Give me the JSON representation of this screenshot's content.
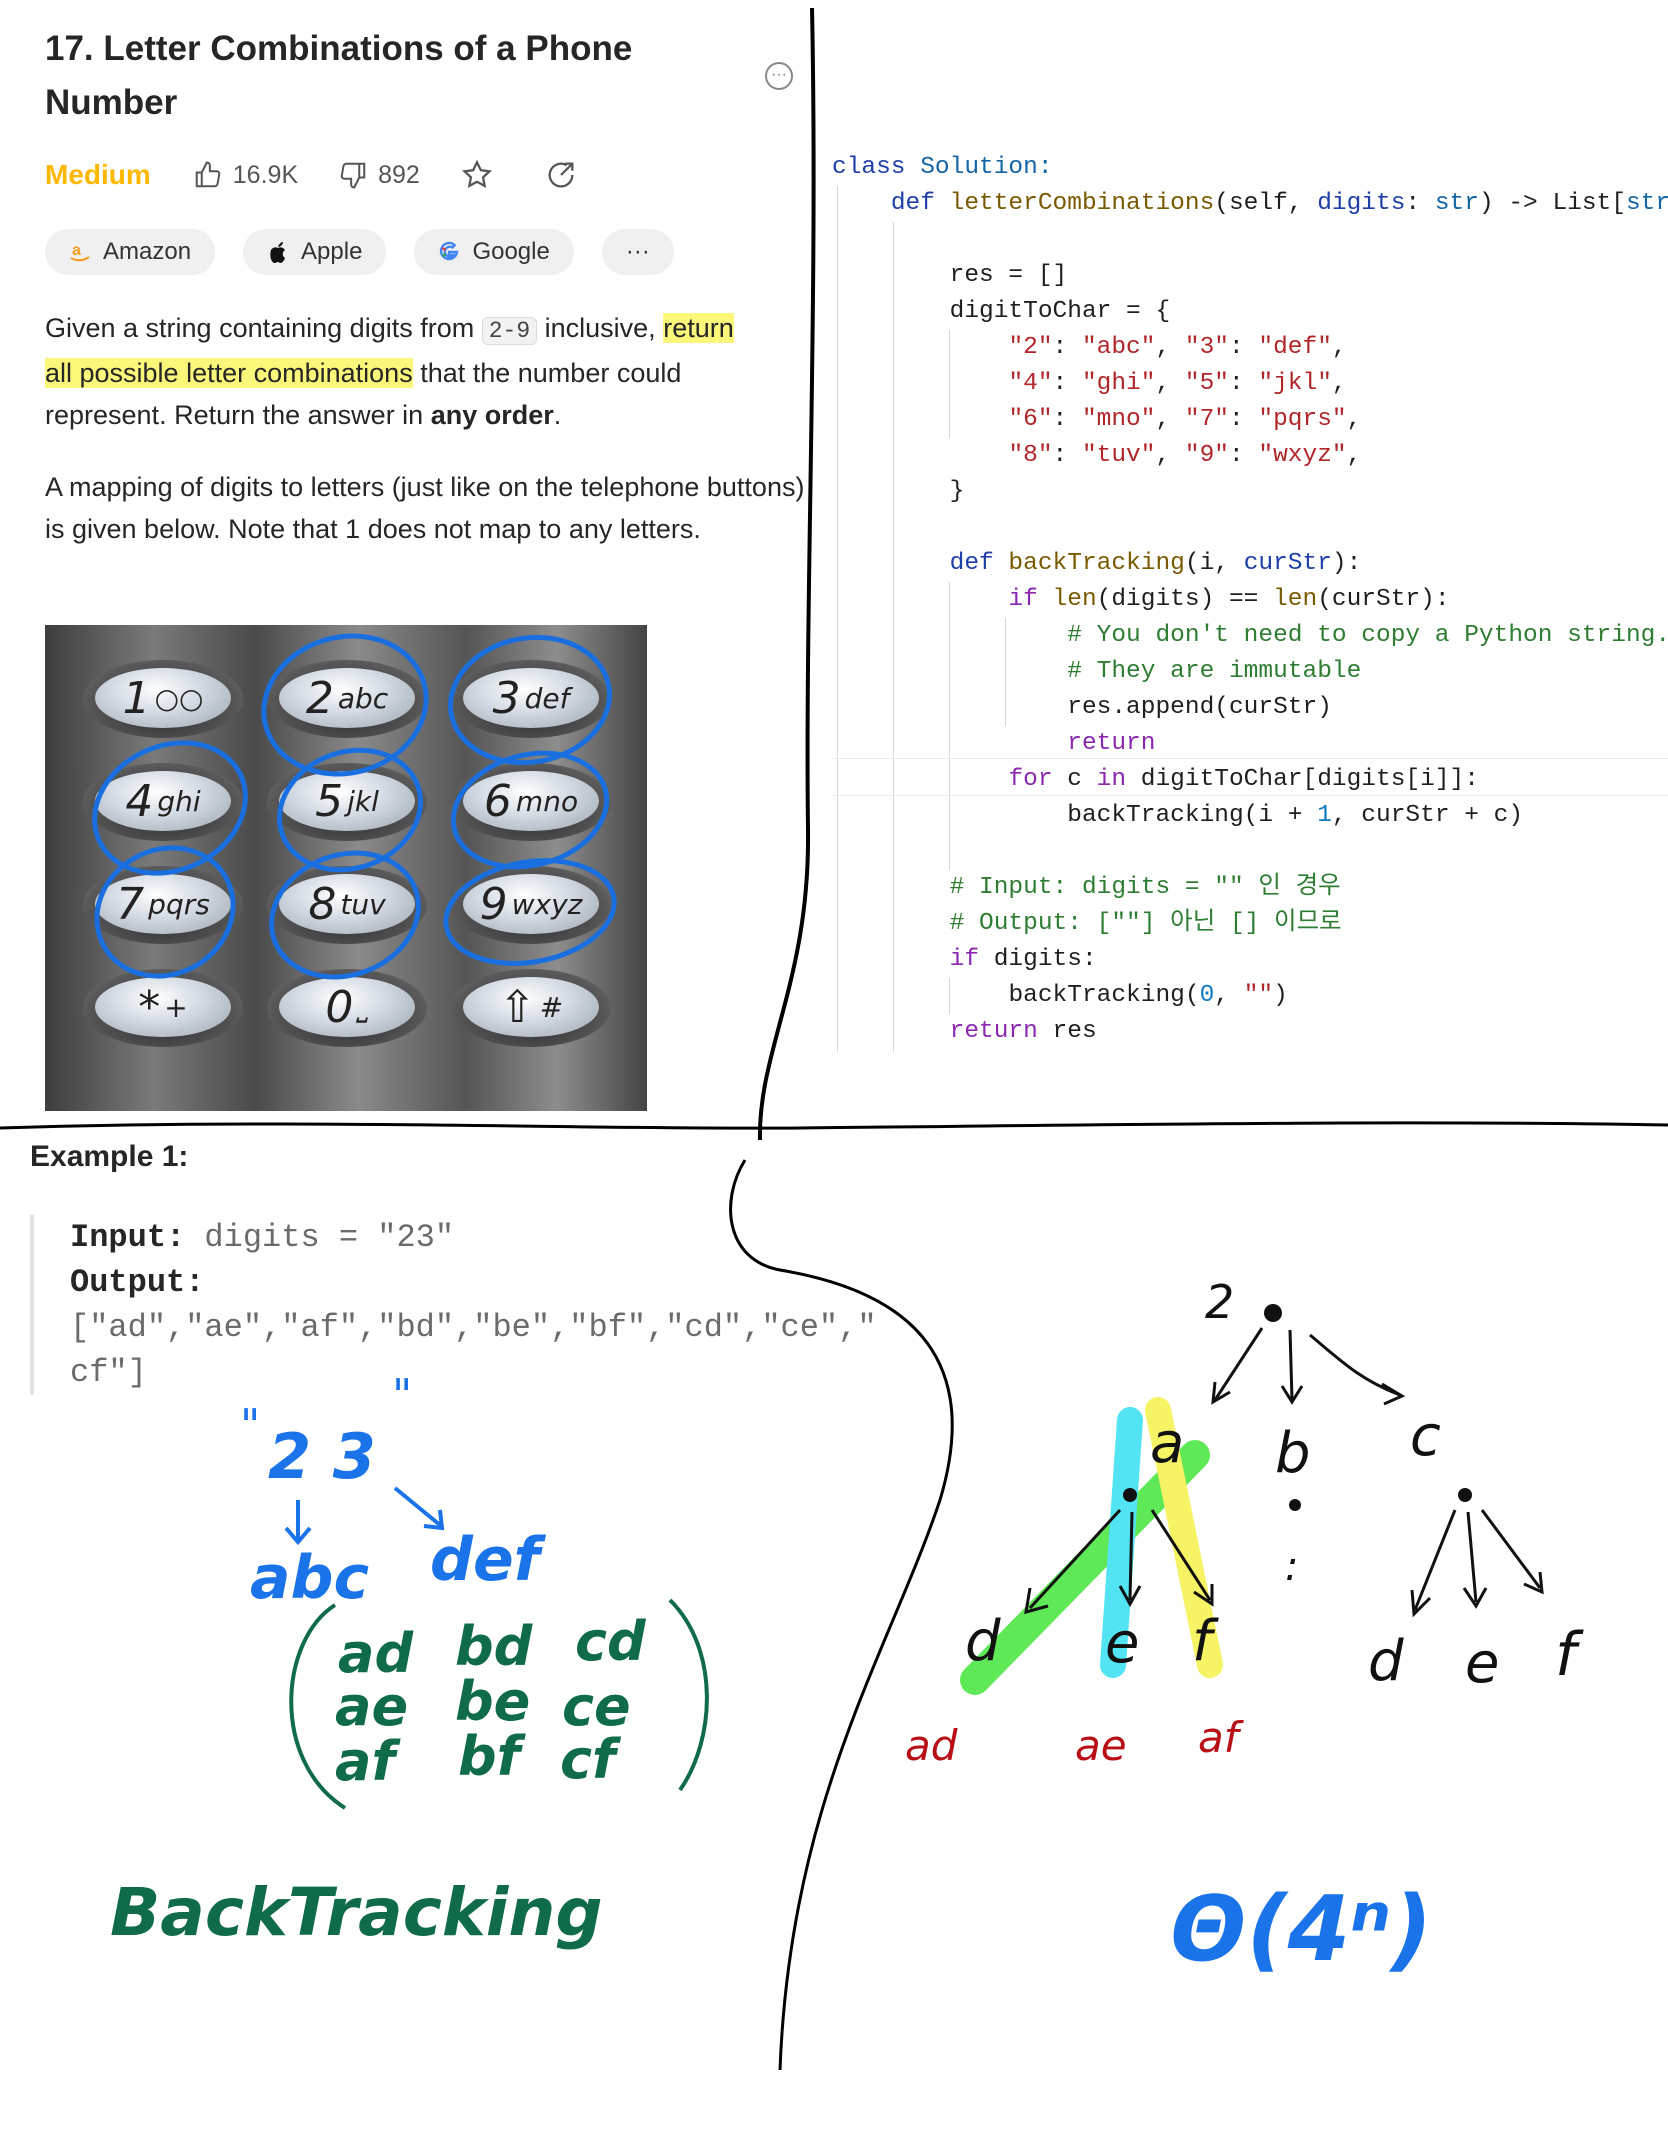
{
  "problem": {
    "title_line1": "17. Letter Combinations of a Phone",
    "title_line2": "Number",
    "difficulty": "Medium",
    "likes": "16.9K",
    "dislikes": "892",
    "more_label": "···",
    "companies": [
      "Amazon",
      "Apple",
      "Google"
    ],
    "companies_more": "···",
    "desc1": {
      "a": "Given a string containing digits from ",
      "range": "2-9",
      "b": " inclusive, ",
      "hl1": "return",
      "hl2": "all possible letter combinations",
      "c": " that the number could represent. Return the answer in ",
      "bold": "any order",
      "d": "."
    },
    "desc2": "A mapping of digits to letters (just like on the telephone buttons) is given below. Note that 1 does not map to any letters."
  },
  "keypad": {
    "keys": [
      {
        "digit": "1",
        "letters": "○○"
      },
      {
        "digit": "2",
        "letters": "abc"
      },
      {
        "digit": "3",
        "letters": "def"
      },
      {
        "digit": "4",
        "letters": "ghi"
      },
      {
        "digit": "5",
        "letters": "jkl"
      },
      {
        "digit": "6",
        "letters": "mno"
      },
      {
        "digit": "7",
        "letters": "pqrs"
      },
      {
        "digit": "8",
        "letters": "tuv"
      },
      {
        "digit": "9",
        "letters": "wxyz"
      },
      {
        "digit": "*",
        "letters": "+"
      },
      {
        "digit": "0",
        "letters": "⎵"
      },
      {
        "digit": "⇧",
        "letters": "#"
      }
    ]
  },
  "code": {
    "l1": [
      "class",
      " Solution:"
    ],
    "l2": [
      "def",
      " letterCombinations",
      "(self, ",
      "digits",
      ": ",
      "str",
      ") -> List[",
      "str",
      "]:"
    ],
    "l4": "res = []",
    "l5": [
      "digitToChar",
      " = {"
    ],
    "l6": [
      "\"2\"",
      ": ",
      "\"abc\"",
      ", ",
      "\"3\"",
      ": ",
      "\"def\"",
      ","
    ],
    "l7": [
      "\"4\"",
      ": ",
      "\"ghi\"",
      ", ",
      "\"5\"",
      ": ",
      "\"jkl\"",
      ","
    ],
    "l8": [
      "\"6\"",
      ": ",
      "\"mno\"",
      ", ",
      "\"7\"",
      ": ",
      "\"pqrs\"",
      ","
    ],
    "l9": [
      "\"8\"",
      ": ",
      "\"tuv\"",
      ", ",
      "\"9\"",
      ": ",
      "\"wxyz\"",
      ","
    ],
    "l10": "}",
    "l12": [
      "def",
      " backTracking",
      "(i, ",
      "curStr",
      "):"
    ],
    "l13": [
      "if",
      " len",
      "(digits) == ",
      "len",
      "(curStr):"
    ],
    "l14": "# You don't need to copy a Python string.",
    "l15": "# They are immutable",
    "l16": "res.append(curStr)",
    "l17": "return",
    "l18": [
      "for",
      " c ",
      "in",
      " digitToChar",
      "[digits[i]]:"
    ],
    "l19": [
      "backTracking(i + ",
      "1",
      ", curStr + c)"
    ],
    "l21": "# Input: digits = \"\" 인 경우",
    "l22": "# Output: [\"\"] 아닌 [] 이므로",
    "l23": [
      "if",
      " digits:"
    ],
    "l24": [
      "backTracking(",
      "0",
      ", ",
      "\"\"",
      ")"
    ],
    "l25": [
      "return",
      " res"
    ]
  },
  "example": {
    "title": "Example 1:",
    "input_label": "Input:",
    "input_value": " digits = \"23\"",
    "output_label": "Output:",
    "output_value_1": "[\"ad\",\"ae\",\"af\",\"bd\",\"be\",\"bf\",\"cd\",\"ce\",\"",
    "output_value_2": "cf\"]"
  },
  "notes": {
    "quote_open": "\"",
    "digits": "2 3",
    "quote_close": "\"",
    "left_set": "abc",
    "right_set": "def",
    "matrix": [
      "ad",
      "bd",
      "cd",
      "ae",
      "be",
      "ce",
      "af",
      "bf",
      "cf"
    ],
    "method": "BackTracking",
    "complexity": "Θ(4ⁿ)",
    "tree_root": "2",
    "tree_level1": [
      "a",
      "b",
      "c"
    ],
    "tree_dots": ":",
    "tree_leaves_a": [
      "d",
      "e",
      "f"
    ],
    "tree_leaves_c": [
      "d",
      "e",
      "f"
    ],
    "tree_results": [
      "ad",
      "ae",
      "af"
    ]
  },
  "colors": {
    "difficulty": "#ffb800",
    "highlight": "#fbf77a",
    "ink_blue": "#1a73e8",
    "ink_green": "#0f6b48",
    "ink_red": "#b80f16",
    "marker_green": "#44e63a",
    "marker_cyan": "#35e0f2",
    "marker_yellow": "#f5f24a"
  }
}
